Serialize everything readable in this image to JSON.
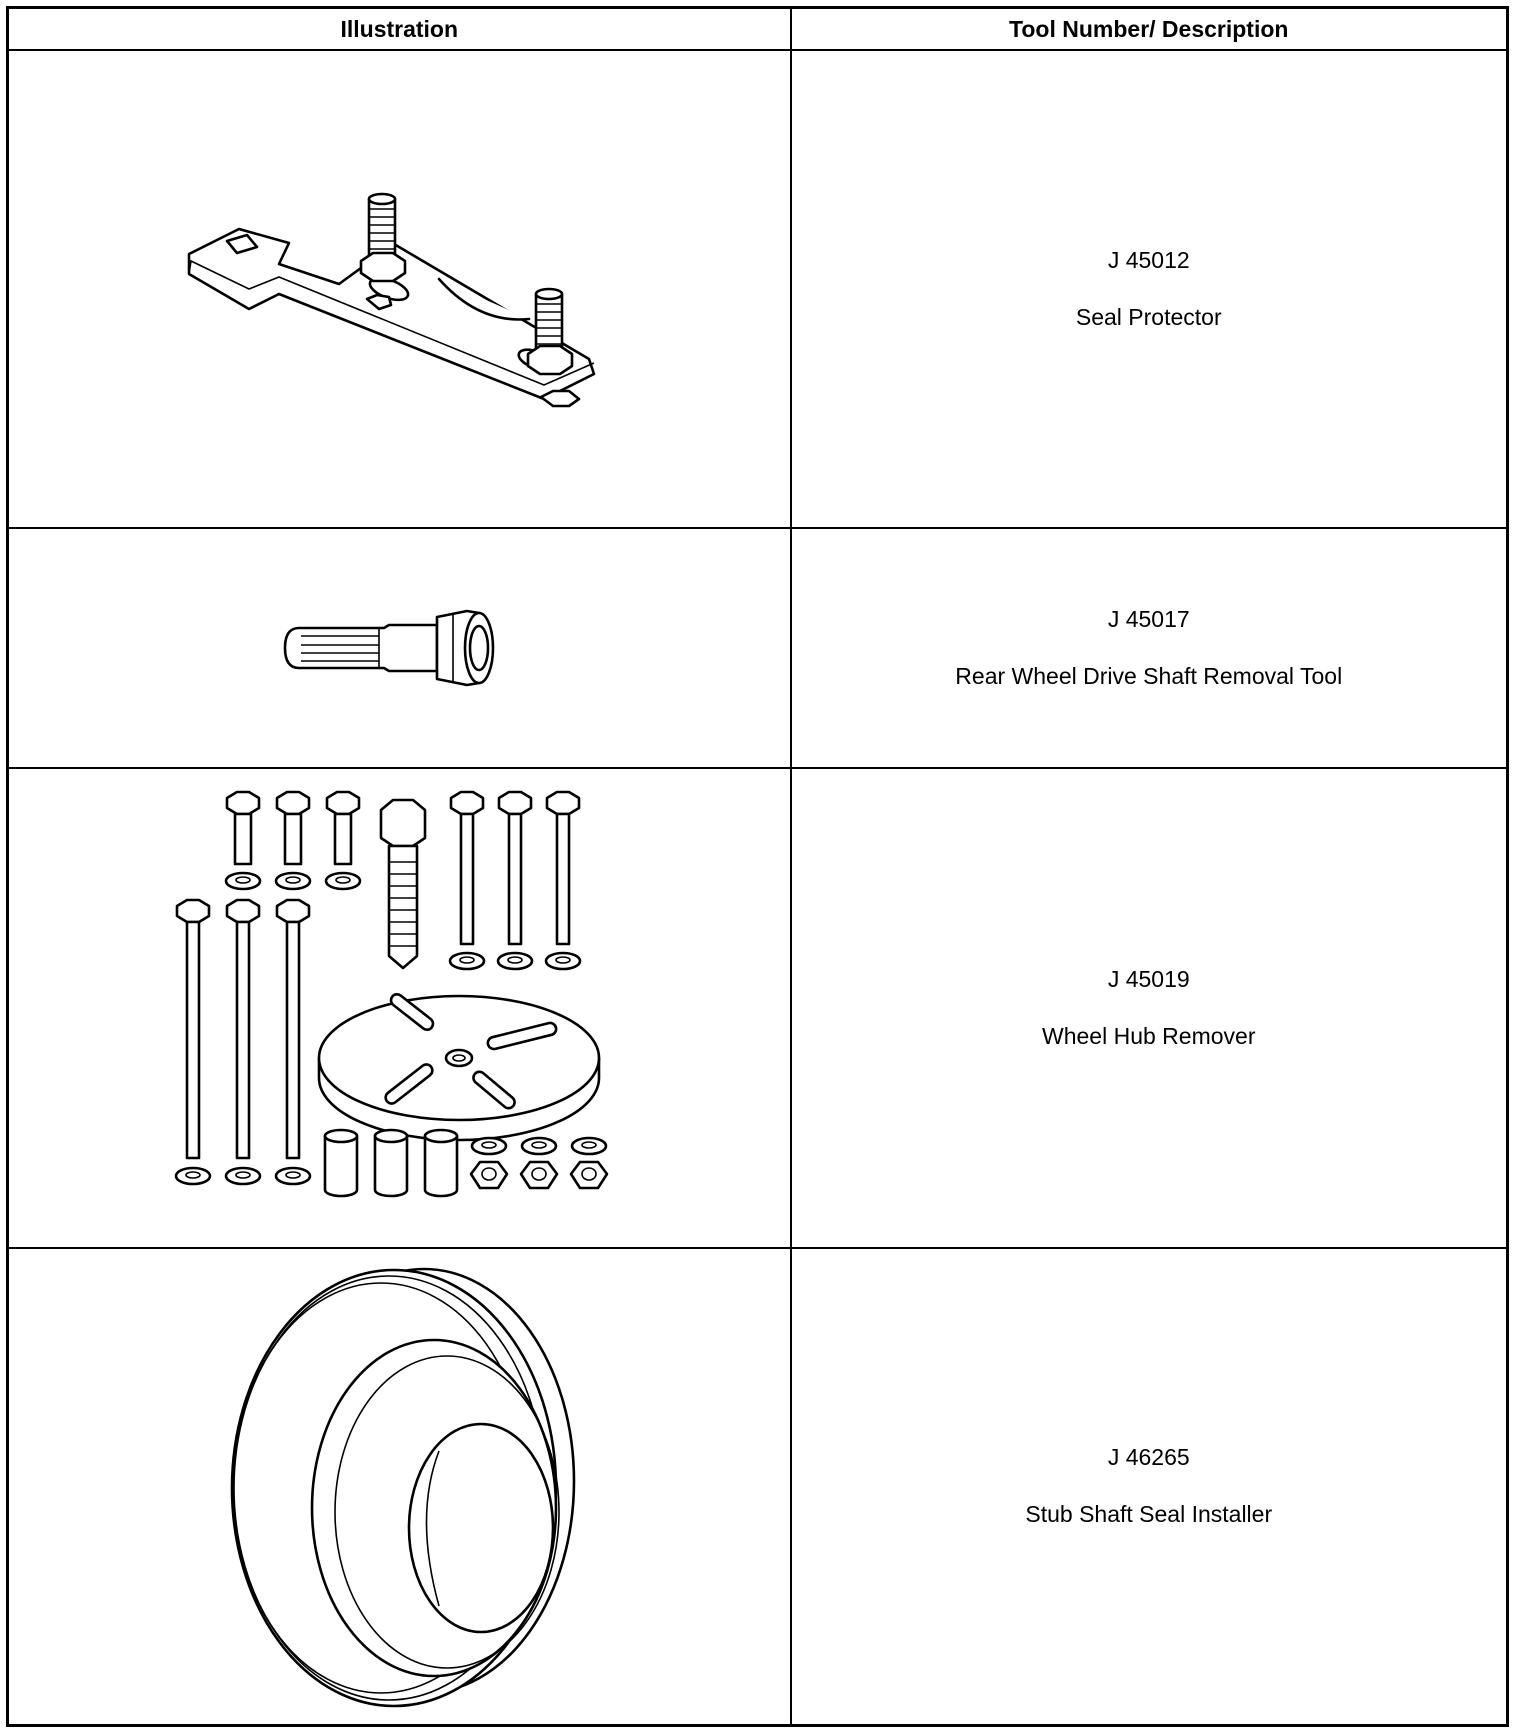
{
  "headers": {
    "illustration": "Illustration",
    "description": "Tool Number/ Description"
  },
  "rows": [
    {
      "number": "J 45012",
      "name": "Seal Protector",
      "icon": "seal-protector-bracket-icon"
    },
    {
      "number": "J 45017",
      "name": "Rear Wheel Drive Shaft Removal Tool",
      "icon": "drive-shaft-removal-tool-icon"
    },
    {
      "number": "J 45019",
      "name": "Wheel Hub Remover",
      "icon": "wheel-hub-remover-kit-icon"
    },
    {
      "number": "J 46265",
      "name": "Stub Shaft Seal Installer",
      "icon": "seal-installer-ring-icon"
    }
  ]
}
